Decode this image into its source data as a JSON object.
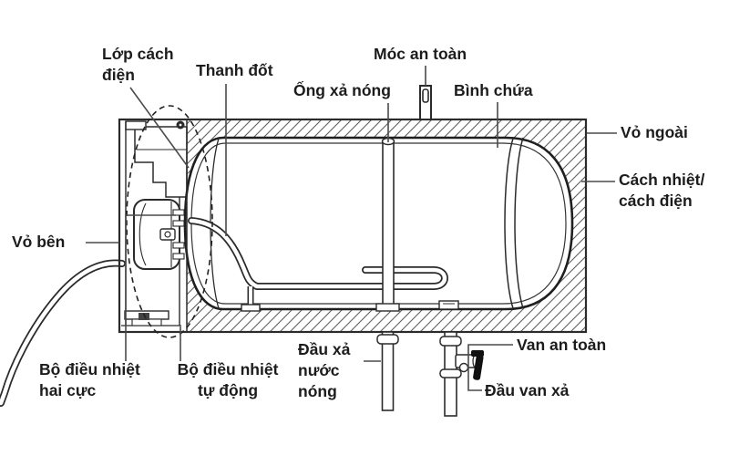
{
  "labels": {
    "lop_cach_dien": "Lớp cách\nđiện",
    "thanh_dot": "Thanh đốt",
    "ong_xa_nong": "Ống xả nóng",
    "moc_an_toan": "Móc an toàn",
    "binh_chua": "Bình chứa",
    "vo_ngoai": "Vỏ ngoài",
    "cach_nhiet": "Cách nhiệt/\ncách điện",
    "vo_ben": "Vỏ bên",
    "bo_dieu_nhiet_hai_cuc": "Bộ điều nhiệt\nhai cực",
    "bo_dieu_nhiet_tu_dong": "Bộ điều nhiệt\ntự động",
    "dau_xa_nuoc_nong": "Đầu xả\nnước\nnóng",
    "van_an_toan": "Van an toàn",
    "dau_van_xa": "Đầu van xả"
  },
  "colors": {
    "background": "#ffffff",
    "outline": "#2b2b2b",
    "hatch": "#5f5f5f",
    "leader": "#4a4a4a",
    "text": "#1c1c1c"
  }
}
